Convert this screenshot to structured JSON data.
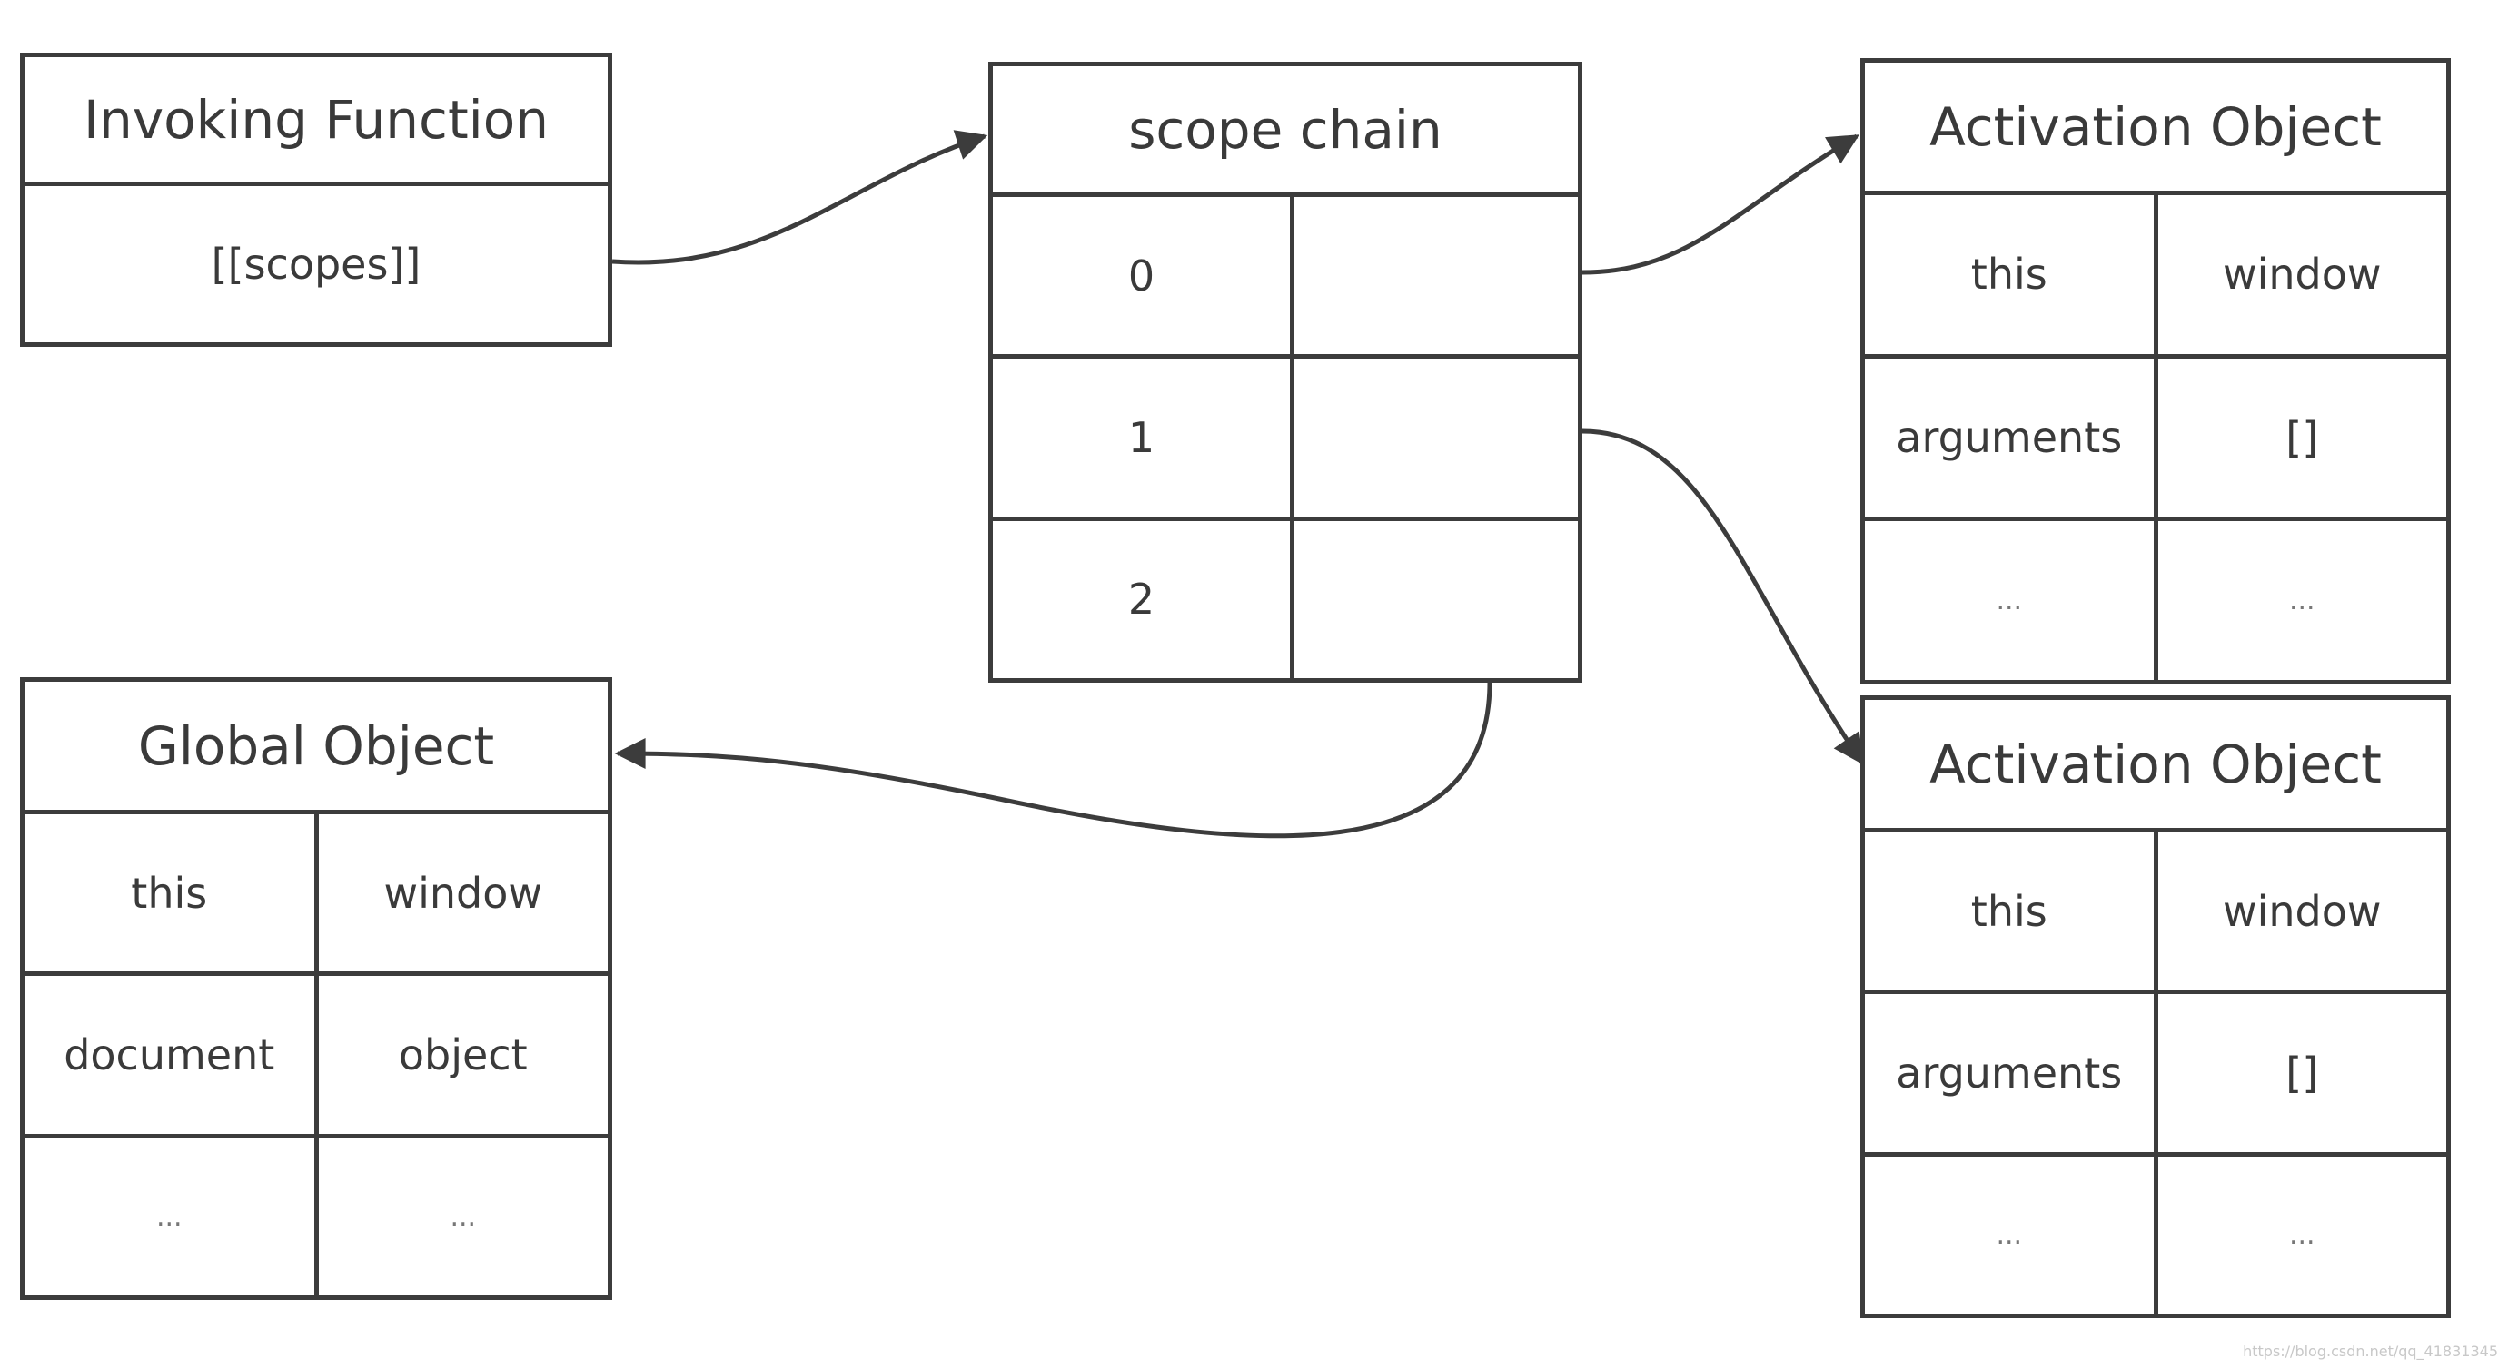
{
  "invoking_function": {
    "title": "Invoking Function",
    "scopes": "[[scopes]]"
  },
  "scope_chain": {
    "title": "scope chain",
    "rows": [
      {
        "index": "0",
        "value": ""
      },
      {
        "index": "1",
        "value": ""
      },
      {
        "index": "2",
        "value": ""
      }
    ]
  },
  "activation_object_1": {
    "title": "Activation Object",
    "rows": [
      {
        "key": "this",
        "value": "window"
      },
      {
        "key": "arguments",
        "value": "[]"
      },
      {
        "key": "...",
        "value": "..."
      }
    ]
  },
  "activation_object_2": {
    "title": "Activation Object",
    "rows": [
      {
        "key": "this",
        "value": "window"
      },
      {
        "key": "arguments",
        "value": "[]"
      },
      {
        "key": "...",
        "value": "..."
      }
    ]
  },
  "global_object": {
    "title": "Global Object",
    "rows": [
      {
        "key": "this",
        "value": "window"
      },
      {
        "key": "document",
        "value": "object"
      },
      {
        "key": "...",
        "value": "..."
      }
    ]
  },
  "watermark": "https://blog.csdn.net/qq_41831345",
  "colors": {
    "line": "#3c3c3c",
    "text": "#3a3a3a",
    "background": "#ffffff"
  }
}
